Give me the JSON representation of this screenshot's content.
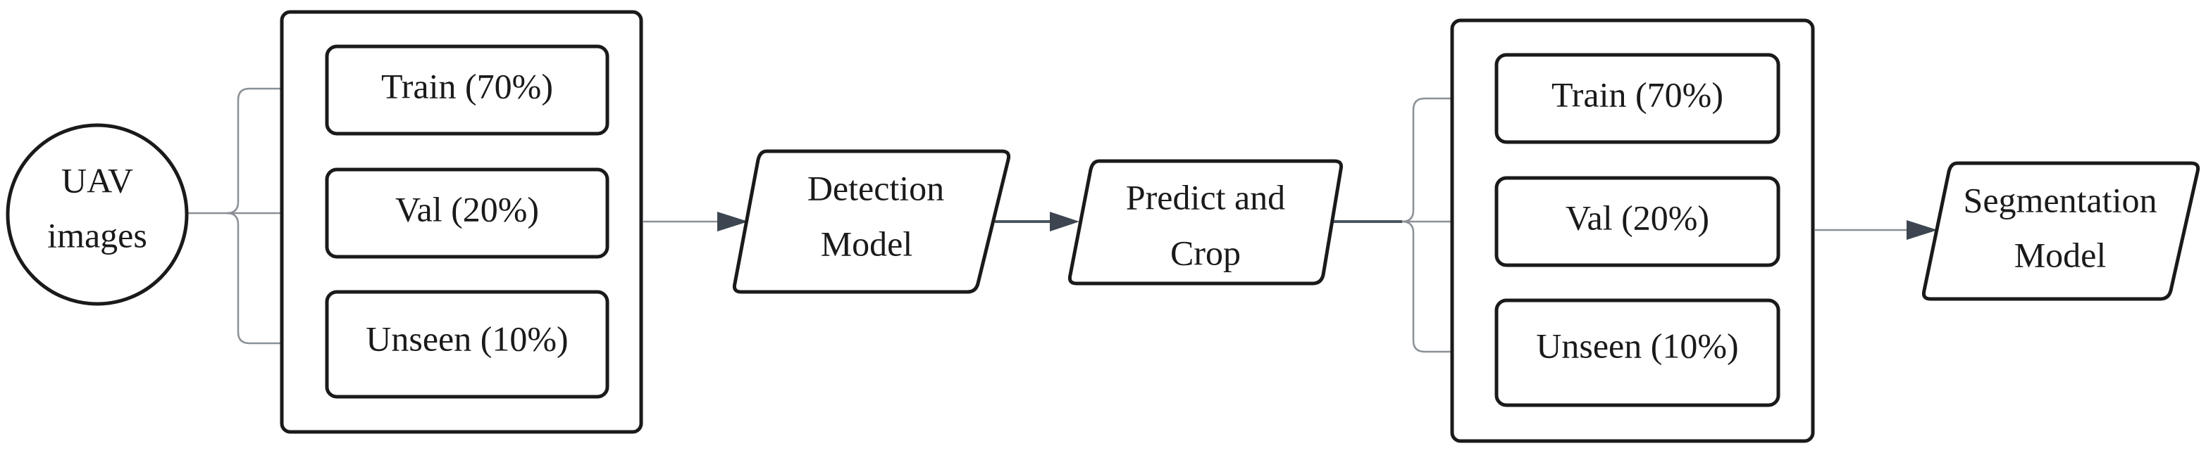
{
  "nodes": {
    "source": {
      "line1": "UAV",
      "line2": "images"
    },
    "split1": {
      "train": "Train (70%)",
      "val": "Val (20%)",
      "unseen": "Unseen (10%)"
    },
    "detection": {
      "line1": "Detection",
      "line2": "Model"
    },
    "predict": {
      "line1": "Predict and",
      "line2": "Crop"
    },
    "split2": {
      "train": "Train (70%)",
      "val": "Val (20%)",
      "unseen": "Unseen (10%)"
    },
    "segmentation": {
      "line1": "Segmentation",
      "line2": "Model"
    }
  },
  "colors": {
    "stroke": "#1a1a1a",
    "edge": "#8a9096",
    "arrowhead": "#3d4650",
    "background": "#ffffff"
  }
}
